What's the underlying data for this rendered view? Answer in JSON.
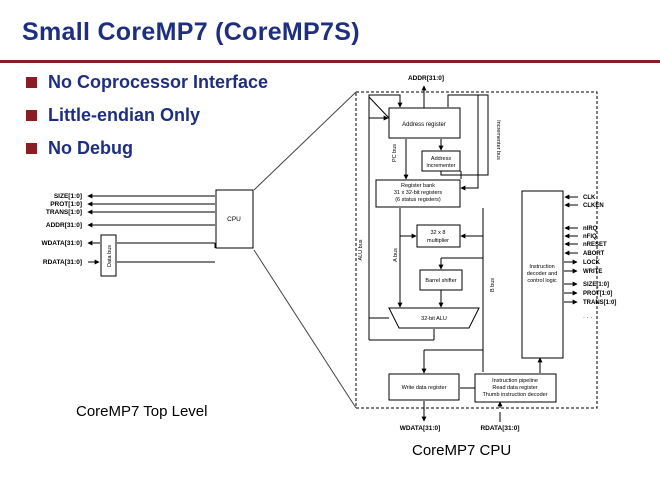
{
  "title": "Small CoreMP7 (CoreMP7S)",
  "bullets": [
    "No Coprocessor Interface",
    "Little-endian Only",
    "No Debug"
  ],
  "captions": {
    "top_level": "CoreMP7 Top Level",
    "cpu": "CoreMP7 CPU"
  },
  "top_level": {
    "cpu_label": "CPU",
    "data_bus_label": "Data bus",
    "signals": [
      "SIZE[1:0]",
      "PROT[1:0]",
      "TRANS[1:0]",
      "ADDR[31:0]",
      "WDATA[31:0]",
      "RDATA[31:0]"
    ]
  },
  "cpu_diagram": {
    "addr_top": "ADDR[31:0]",
    "address_register": "Address register",
    "address_incrementer": [
      "Address",
      "incrementer"
    ],
    "register_bank": [
      "Register bank",
      "31 x 32-bit registers",
      "(6 status registers)"
    ],
    "multiplier": [
      "32 x 8",
      "multiplier"
    ],
    "barrel_shifter": "Barrel shifter",
    "alu": "32-bit ALU",
    "write_data_register": "Write data register",
    "pipeline": [
      "Instruction pipeline",
      "Read data register",
      "Thumb instruction decoder"
    ],
    "decoder": [
      "Instruction",
      "decoder and",
      "control logic"
    ],
    "bus_labels": {
      "pc_bus": "PC bus",
      "incrementer_bus": "Incrementer bus",
      "alu_bus": "ALU bus",
      "a_bus": "A bus",
      "b_bus": "B bus"
    },
    "inputs": [
      "CLK",
      "CLKEN",
      "nIRQ",
      "nFIQ",
      "nRESET",
      "ABORT"
    ],
    "outputs": [
      "LOCK",
      "WRITE",
      "SIZE[1:0]",
      "PROT[1:0]",
      "TRANS[1:0]"
    ],
    "ellipsis": "· · ·",
    "wdata_bottom": "WDATA[31:0]",
    "rdata_bottom": "RDATA[31:0]"
  },
  "colors": {
    "title": "#1f2f80",
    "accent": "#8a1c24"
  }
}
